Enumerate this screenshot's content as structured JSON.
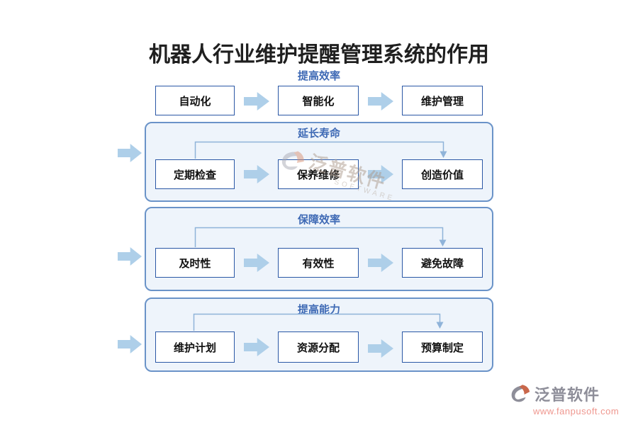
{
  "title": "机器人行业维护提醒管理系统的作用",
  "rows": [
    {
      "label": "提高效率",
      "contained": false,
      "boxes": [
        "自动化",
        "智能化",
        "维护管理"
      ]
    },
    {
      "label": "延长寿命",
      "contained": true,
      "boxes": [
        "定期检查",
        "保养维修",
        "创造价值"
      ]
    },
    {
      "label": "保障效率",
      "contained": true,
      "boxes": [
        "及时性",
        "有效性",
        "避免故障"
      ]
    },
    {
      "label": "提高能力",
      "contained": true,
      "boxes": [
        "维护计划",
        "资源分配",
        "预算制定"
      ]
    }
  ],
  "watermark": {
    "text": "泛普软件",
    "subtext": "SOFTWARE"
  },
  "branding": {
    "name": "泛普软件",
    "url": "www.fanpusoft.com"
  },
  "icons": {
    "flow_arrow": "arrow-right-block",
    "feedback_arrow": "arrow-down-thin",
    "brand_logo": "fanpu-swoosh-logo"
  },
  "colors": {
    "title_text": "#1f1f1f",
    "section_label": "#3f6ab5",
    "node_border": "#2a57a5",
    "node_text": "#111111",
    "container_fill": "#eef4fb",
    "container_border": "#6a93c8",
    "block_arrow": "#aecfe9",
    "connector_line": "#8fb3d9",
    "brand_gray": "#8e8e99",
    "brand_orange": "#c9674b",
    "brand_url": "#ef978f"
  }
}
